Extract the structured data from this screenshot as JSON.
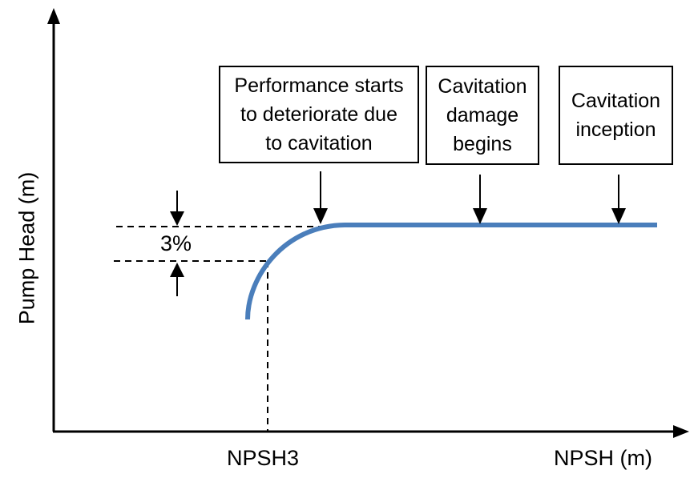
{
  "diagram": {
    "y_axis_label": "Pump Head (m)",
    "x_axis_label": "NPSH (m)",
    "x_tick_label": "NPSH3",
    "drop_label": "3%",
    "callouts": [
      {
        "lines": [
          "Performance starts",
          "to deteriorate due",
          "to cavitation"
        ]
      },
      {
        "lines": [
          "Cavitation",
          "damage",
          "begins"
        ]
      },
      {
        "lines": [
          "Cavitation",
          "inception"
        ]
      }
    ],
    "colors": {
      "curve": "#4a7ebb",
      "axes": "#000000"
    }
  }
}
